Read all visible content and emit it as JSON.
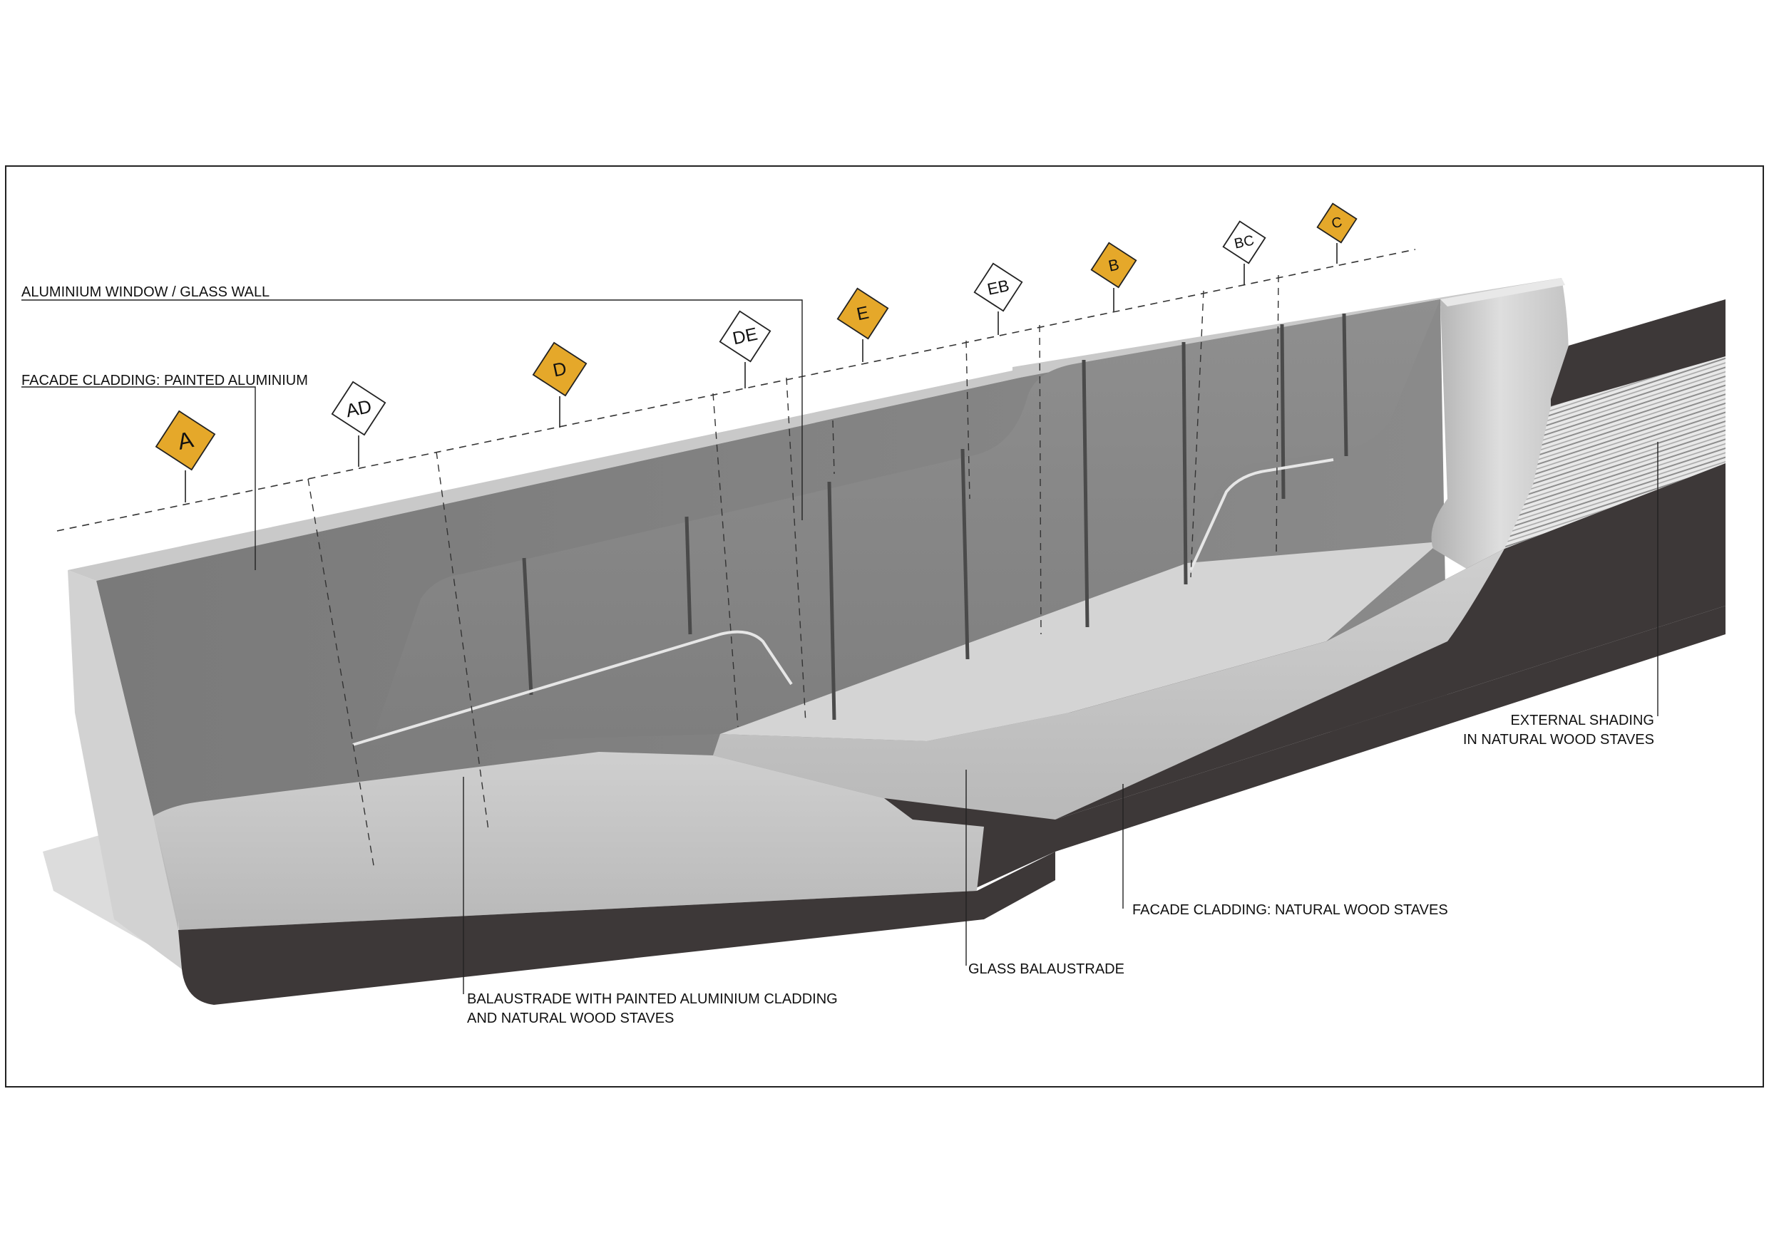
{
  "colors": {
    "wall_dark": "#787878",
    "wall_mid": "#8e8e8e",
    "cladding_light": "#c8c8c8",
    "cladding_pale": "#dcdcdc",
    "wood_dark": "#3d3838",
    "grid_marker_accent": "#e5a82a",
    "grid_marker_plain": "#ffffff"
  },
  "callouts": {
    "window_wall": "ALUMINIUM WINDOW / GLASS WALL",
    "facade_aluminium": "FACADE CLADDING: PAINTED ALUMINIUM",
    "external_shading_1": "EXTERNAL SHADING",
    "external_shading_2": "IN NATURAL WOOD STAVES",
    "facade_wood": "FACADE CLADDING: NATURAL WOOD STAVES",
    "glass_balustrade": "GLASS BALAUSTRADE",
    "balustrade_1": "BALAUSTRADE WITH PAINTED ALUMINIUM CLADDING",
    "balustrade_2": "AND NATURAL WOOD STAVES"
  },
  "grid_markers": [
    {
      "label": "A",
      "style": "accent"
    },
    {
      "label": "AD",
      "style": "plain"
    },
    {
      "label": "D",
      "style": "accent"
    },
    {
      "label": "DE",
      "style": "plain"
    },
    {
      "label": "E",
      "style": "accent"
    },
    {
      "label": "EB",
      "style": "plain"
    },
    {
      "label": "B",
      "style": "accent"
    },
    {
      "label": "BC",
      "style": "plain"
    },
    {
      "label": "C",
      "style": "accent"
    }
  ]
}
